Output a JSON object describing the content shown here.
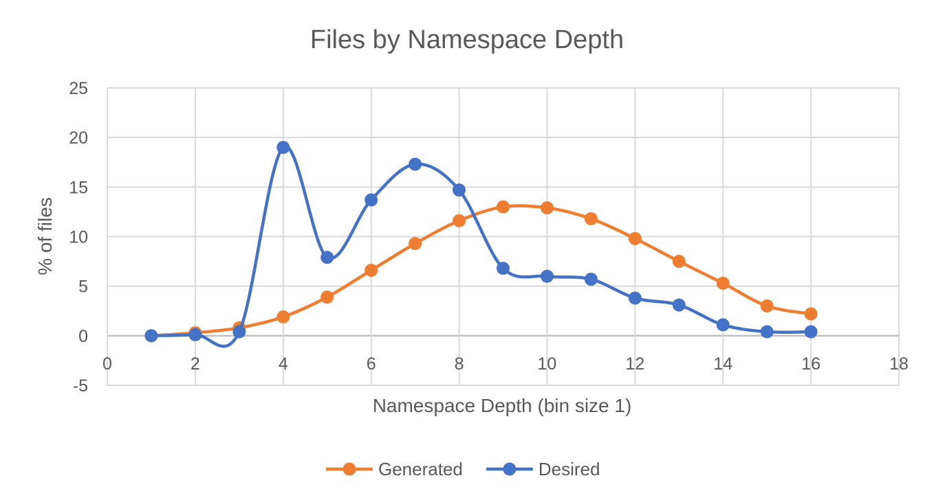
{
  "chart_data": {
    "type": "line",
    "title": "Files by Namespace Depth",
    "xlabel": "Namespace Depth (bin size 1)",
    "ylabel": "% of files",
    "xlim": [
      0,
      18
    ],
    "ylim": [
      -5,
      25
    ],
    "x_ticks": [
      0,
      2,
      4,
      6,
      8,
      10,
      12,
      14,
      16,
      18
    ],
    "y_ticks": [
      -5,
      0,
      5,
      10,
      15,
      20,
      25
    ],
    "grid": true,
    "legend_position": "bottom",
    "smooth": true,
    "series": [
      {
        "name": "Generated",
        "color": "#ED7D31",
        "x": [
          1,
          2,
          3,
          4,
          5,
          6,
          7,
          8,
          9,
          10,
          11,
          12,
          13,
          14,
          15,
          16
        ],
        "values": [
          0.0,
          0.3,
          0.8,
          1.9,
          3.9,
          6.6,
          9.3,
          11.6,
          13.0,
          12.9,
          11.8,
          9.8,
          7.5,
          5.3,
          3.0,
          2.2
        ]
      },
      {
        "name": "Desired",
        "color": "#4472C4",
        "x": [
          1,
          2,
          3,
          4,
          5,
          6,
          7,
          8,
          9,
          10,
          11,
          12,
          13,
          14,
          15,
          16
        ],
        "values": [
          0.0,
          0.1,
          0.4,
          19.0,
          7.9,
          13.7,
          17.3,
          14.7,
          6.8,
          6.0,
          5.7,
          3.8,
          3.1,
          1.1,
          0.4,
          0.4
        ]
      }
    ]
  }
}
